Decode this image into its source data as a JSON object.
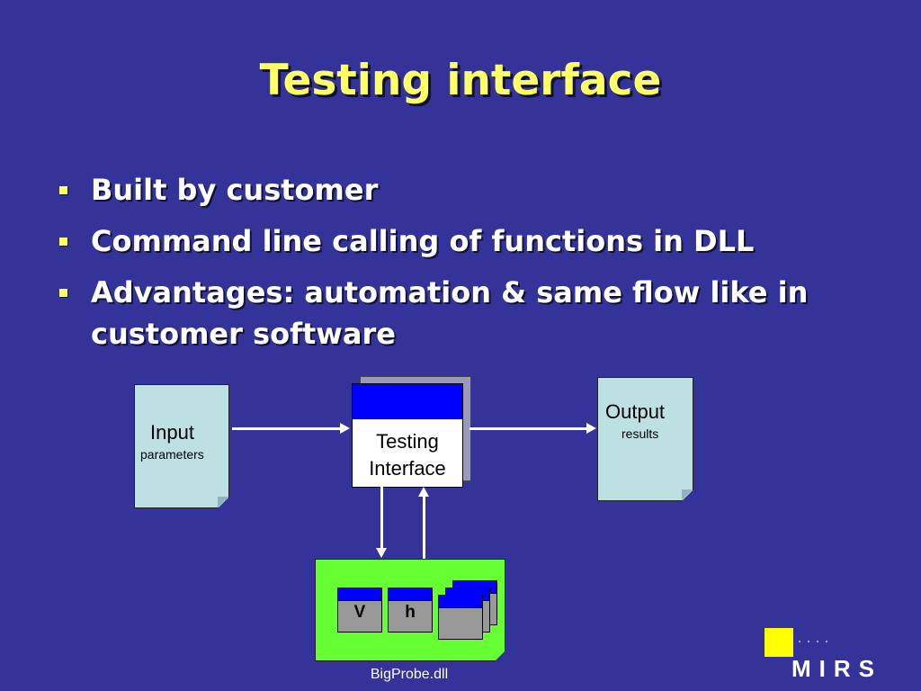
{
  "slide": {
    "title": "Testing interface",
    "bullets": [
      "Built by customer",
      "Command line calling of functions in DLL",
      "Advantages: automation & same flow like in customer software"
    ]
  },
  "diagram": {
    "input_doc": {
      "title": "Input",
      "subtitle": "parameters"
    },
    "testing_interface": {
      "line1": "Testing",
      "line2": "Interface"
    },
    "output_doc": {
      "title": "Output",
      "subtitle": "results"
    },
    "dll": {
      "name": "BigProbe.dll",
      "windows": [
        {
          "label": "V"
        },
        {
          "label": "h"
        }
      ]
    }
  },
  "logo": {
    "text": "MIRS"
  },
  "colors": {
    "background": "#333399",
    "title": "#FFFF66",
    "bullet_text": "#FFFFFF",
    "document_fill": "#BDE0E3",
    "dll_fill": "#66FF33",
    "window_titlebar": "#0000FF",
    "logo_square": "#FFFF00"
  }
}
